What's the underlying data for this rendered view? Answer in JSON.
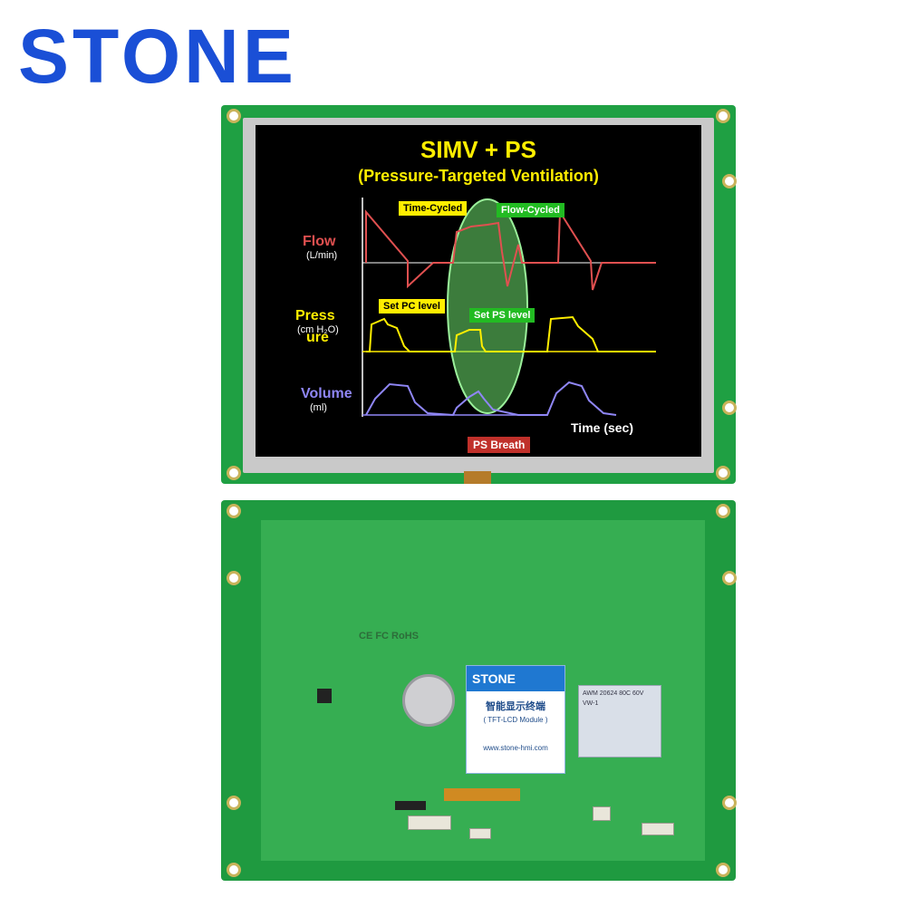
{
  "brand": "STONE",
  "screen": {
    "title": "SIMV + PS",
    "subtitle": "(Pressure-Targeted Ventilation)",
    "rows": [
      {
        "label": "Flow",
        "unit": "(L/min)",
        "color": "#e05050"
      },
      {
        "label": "Press",
        "label2": "ure",
        "unit": "(cm H₂O)",
        "color": "#ffee00"
      },
      {
        "label": "Volume",
        "unit": "(ml)",
        "color": "#8f86f5"
      }
    ],
    "tags": {
      "time_cycled": "Time-Cycled",
      "flow_cycled": "Flow-Cycled",
      "set_pc": "Set PC level",
      "set_ps": "Set PS level",
      "ps_breath": "PS Breath"
    },
    "x_label": "Time (sec)"
  },
  "back": {
    "label_brand": "STONE",
    "label_cn": "智能显示终端",
    "label_sub": "( TFT-LCD Module )",
    "label_url": "www.stone-hmi.com",
    "ribbon_text": "AWM 20624 80C 60V VW-1",
    "cert": "CE FC RoHS"
  }
}
